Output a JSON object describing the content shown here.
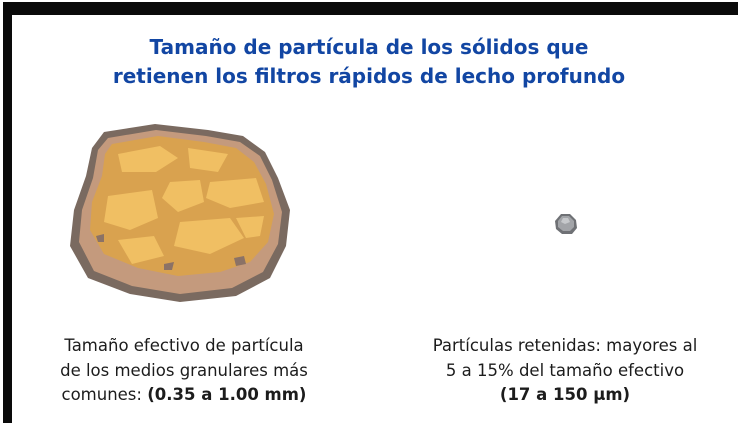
{
  "title": {
    "line1": "Tamaño de partícula de los sólidos que",
    "line2": "retienen los filtros rápidos de lecho profundo"
  },
  "left_caption": {
    "line1": "Tamaño efectivo de partícula",
    "line2": "de los medios granulares más",
    "line3_prefix": "comunes: ",
    "line3_bold": "(0.35 a 1.00 mm)"
  },
  "right_caption": {
    "line1": "Partículas retenidas: mayores al",
    "line2": "5 a 15% del tamaño efectivo",
    "line3_bold": "(17 a 150 μm)"
  },
  "colors": {
    "title": "#1246a3",
    "frame": "#0a0a0a",
    "rock_shadow": "#7a6a60",
    "rock_body": "#c49a7d",
    "rock_top": "#d9a24f",
    "rock_facet": "#f0bf63",
    "pebble": "#8f9195"
  },
  "icons": [
    "large-granule-icon",
    "small-particle-icon"
  ]
}
